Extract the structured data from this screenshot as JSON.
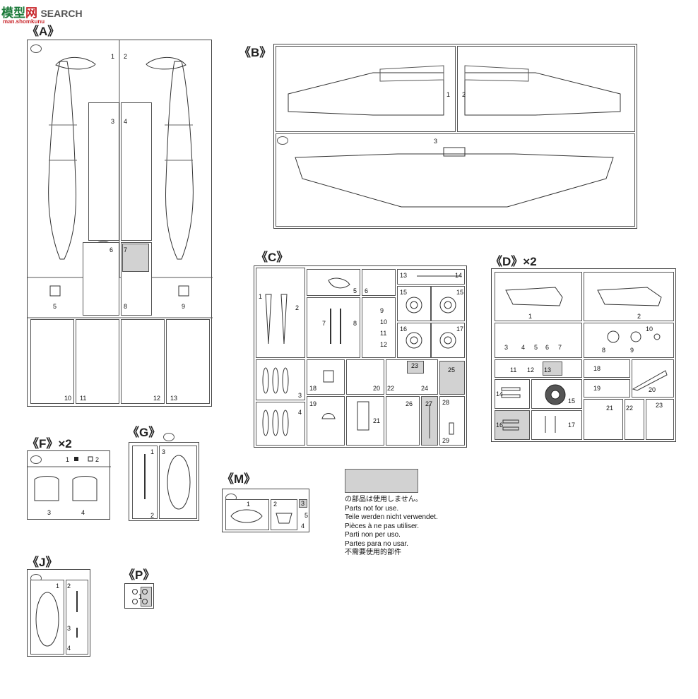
{
  "watermark": {
    "logo_cn": "模型",
    "logo_cn_2": "网",
    "brand": "SEARCH",
    "url": "man.shomkunu"
  },
  "labels": {
    "A": "《A》",
    "B": "《B》",
    "C": "《C》",
    "D": "《D》×2",
    "F": "《F》×2",
    "G": "《G》",
    "M": "《M》",
    "J": "《J》",
    "P": "《P》"
  },
  "A": {
    "n1": "1",
    "n2": "2",
    "n3": "3",
    "n4": "4",
    "n5": "5",
    "n6": "6",
    "n7": "7",
    "n8": "8",
    "n9": "9",
    "n10": "10",
    "n11": "11",
    "n12": "12",
    "n13": "13"
  },
  "B": {
    "n1": "1",
    "n2": "2",
    "n3": "3"
  },
  "C": {
    "n1": "1",
    "n2": "2",
    "n3": "3",
    "n4": "4",
    "n5": "5",
    "n6": "6",
    "n7": "7",
    "n8": "8",
    "n9": "9",
    "n10": "10",
    "n11": "11",
    "n12": "12",
    "n13": "13",
    "n14": "14",
    "n15a": "15",
    "n15b": "15",
    "n16": "16",
    "n17": "17",
    "n18": "18",
    "n19": "19",
    "n20": "20",
    "n21": "21",
    "n22": "22",
    "n23": "23",
    "n24": "24",
    "n25": "25",
    "n26": "26",
    "n27": "27",
    "n28": "28",
    "n29": "29"
  },
  "D": {
    "n1": "1",
    "n2": "2",
    "n3": "3",
    "n4": "4",
    "n5": "5",
    "n6": "6",
    "n7": "7",
    "n8": "8",
    "n9": "9",
    "n10": "10",
    "n11": "11",
    "n12": "12",
    "n13": "13",
    "n14": "14",
    "n15": "15",
    "n16": "16",
    "n17": "17",
    "n18": "18",
    "n19": "19",
    "n20": "20",
    "n21": "21",
    "n22": "22",
    "n23": "23"
  },
  "F": {
    "n1": "1",
    "n2": "2",
    "n3": "3",
    "n4": "4"
  },
  "G": {
    "n1": "1",
    "n2": "2",
    "n3": "3"
  },
  "M": {
    "n1": "1",
    "n2": "2",
    "n3": "3",
    "n4": "4",
    "n5": "5"
  },
  "J": {
    "n1": "1",
    "n2": "2",
    "n3": "3",
    "n4": "4"
  },
  "P": {
    "n1": "1"
  },
  "legend": {
    "lines": [
      "の部品は使用しません。",
      "Parts not for use.",
      "Teile werden nicht verwendet.",
      "Pièces à ne pas utiliser.",
      "Parti non per uso.",
      "Partes para no usar.",
      "不需要使用的部件"
    ]
  },
  "colors": {
    "unused_part_fill": "#d2d2d2",
    "line": "#444444"
  }
}
